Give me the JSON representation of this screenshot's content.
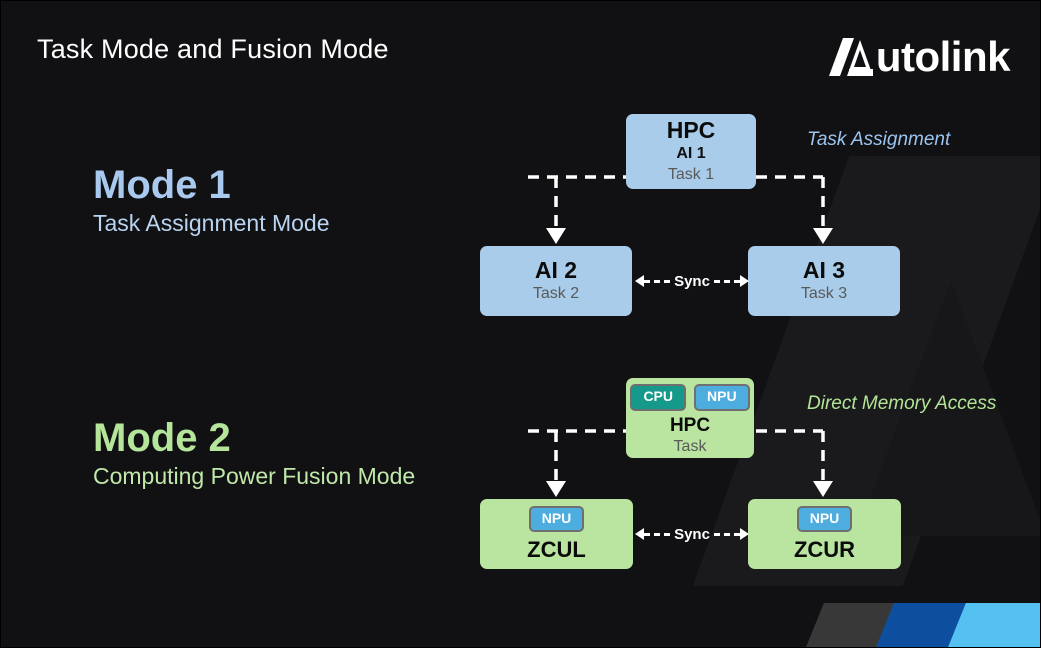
{
  "header": {
    "title": "Task Mode and Fusion Mode",
    "logo_text": "utolink",
    "logo_mark_name": "autolink-logo-mark"
  },
  "modes": [
    {
      "name": "Mode 1",
      "subtitle": "Task Assignment Mode",
      "color": "#a9c9ee",
      "annotation": "Task Assignment"
    },
    {
      "name": "Mode 2",
      "subtitle": "Computing Power Fusion Mode",
      "color": "#b5e59b",
      "annotation": "Direct Memory Access"
    }
  ],
  "diagram1": {
    "root": {
      "title": "HPC",
      "sub": "AI 1",
      "task": "Task 1"
    },
    "left": {
      "title": "AI 2",
      "task": "Task 2"
    },
    "right": {
      "title": "AI 3",
      "task": "Task 3"
    },
    "sync_label": "Sync"
  },
  "diagram2": {
    "root": {
      "chips": [
        "CPU",
        "NPU"
      ],
      "title": "HPC",
      "task": "Task"
    },
    "left": {
      "chip": "NPU",
      "title": "ZCUL"
    },
    "right": {
      "chip": "NPU",
      "title": "ZCUR"
    },
    "sync_label": "Sync"
  },
  "colors": {
    "background": "#111113",
    "node_blue": "#a8ccea",
    "node_green": "#b9e5a0",
    "chip_cpu": "#14998a",
    "chip_npu": "#4cadde",
    "stripe_gray": "#383838",
    "stripe_blue_dark": "#0d4f9e",
    "stripe_blue_light": "#55c1f0"
  }
}
